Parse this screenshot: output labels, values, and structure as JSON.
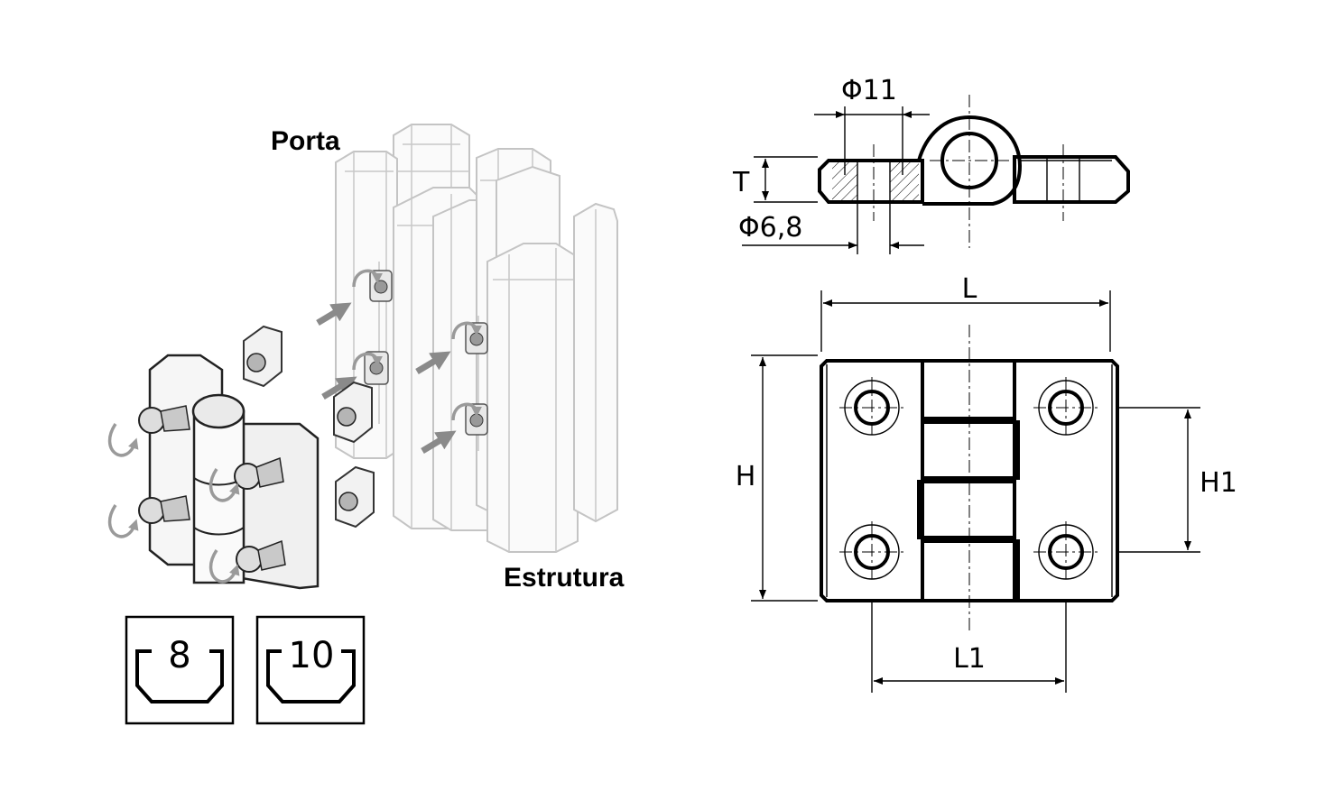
{
  "labels": {
    "door": "Porta",
    "structure": "Estrutura"
  },
  "slot_sizes": [
    "8",
    "10"
  ],
  "dimensions": {
    "pin_diameter": "Φ11",
    "hole_diameter": "Φ6,8",
    "thickness": "T",
    "length": "L",
    "height": "H",
    "hole_spacing_height": "H1",
    "hole_spacing_length": "L1"
  }
}
